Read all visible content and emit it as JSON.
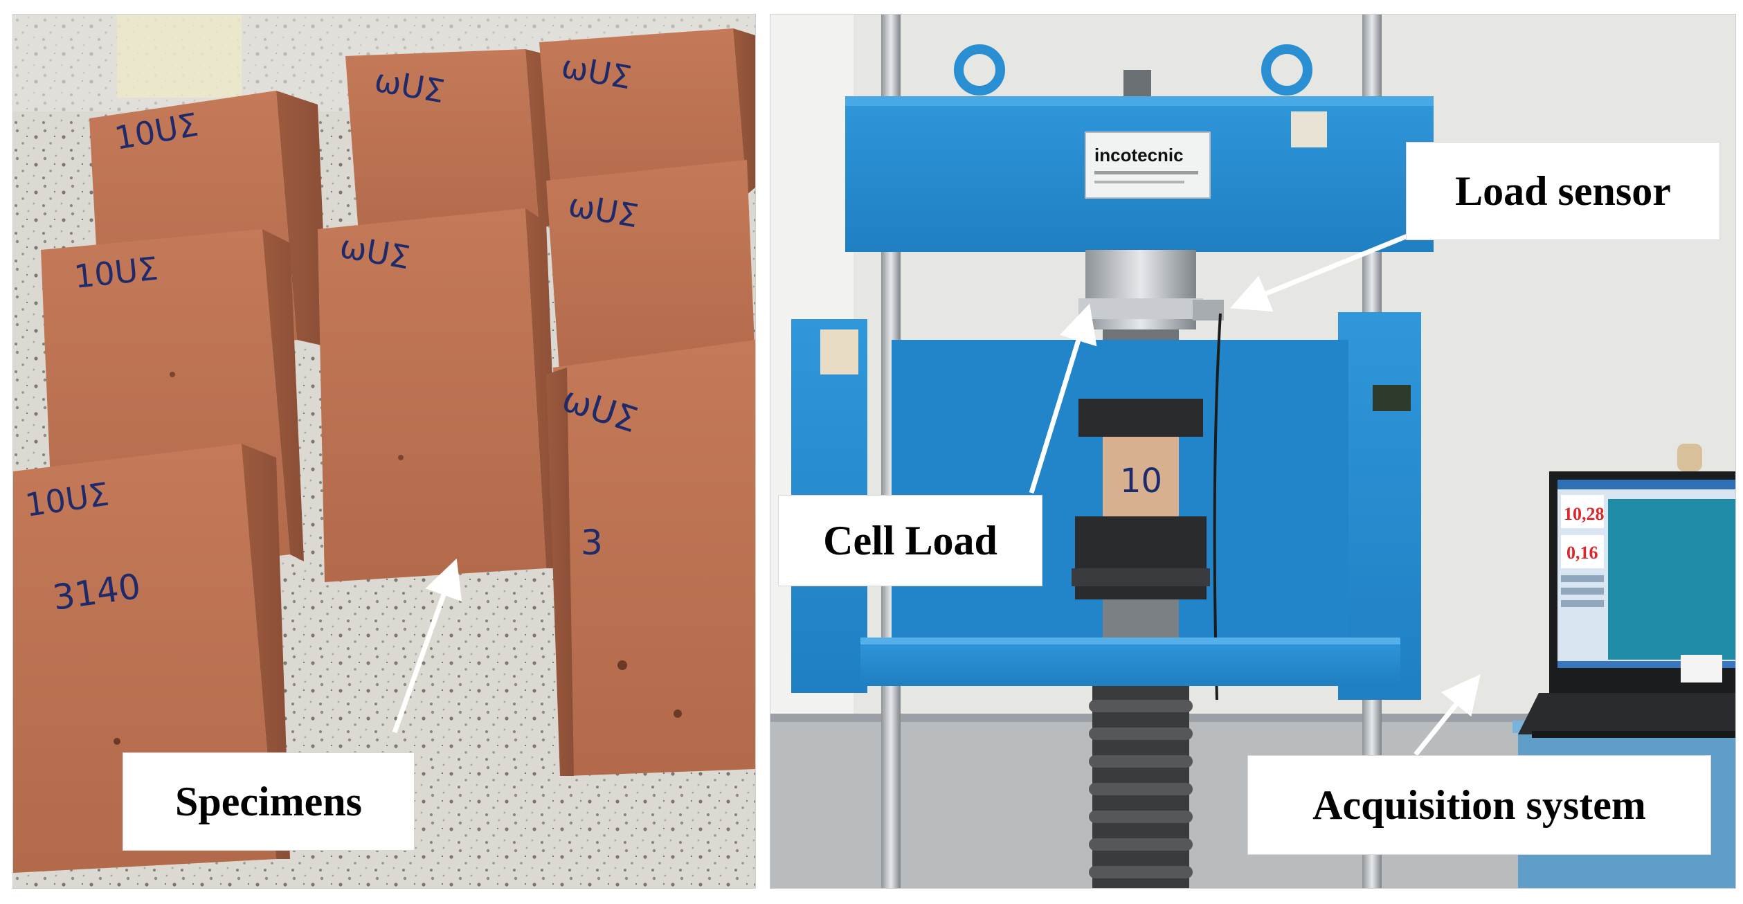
{
  "labels": {
    "specimens": "Specimens",
    "cell_load": "Cell Load",
    "load_sensor": "Load sensor",
    "acquisition_system": "Acquisition system"
  },
  "machine": {
    "brand": "incotecnic",
    "specimen_mark": "10"
  },
  "screen": {
    "reading_1": "10,28",
    "reading_2": "0,16"
  },
  "colors": {
    "machine_blue": "#2a8fd2",
    "brick": "#b66a4a",
    "floor": "#d9d6d0",
    "wall": "#e8e8e6",
    "label_bg": "#ffffff",
    "arrow": "#ffffff"
  }
}
